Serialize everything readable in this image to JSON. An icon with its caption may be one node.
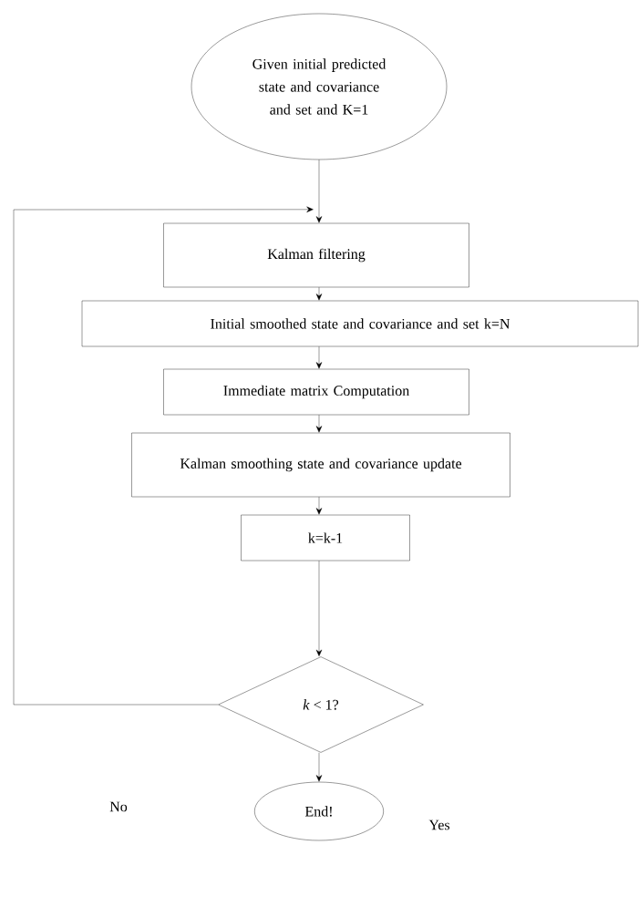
{
  "diagram": {
    "nodes": [
      {
        "text": [
          "Given initial predicted state and covariance and set and K=1"
        ]
      },
      {
        "text": [
          "Kalman filtering"
        ]
      },
      {
        "text": [
          "Initial smoothed state and covariance and set k=N"
        ]
      },
      {
        "text": [
          "Immediate matrix Computation"
        ]
      },
      {
        "text": [
          "Kalman smoothing state and covariance update"
        ]
      },
      {
        "text": [
          "k=k-1"
        ]
      },
      {
        "text": [
          "*k* < 1?"
        ]
      },
      {
        "text": [
          "End!"
        ]
      }
    ],
    "edges": [
      {
        "from": 0,
        "to": 1,
        "arrow": "to"
      },
      {
        "from": 1,
        "to": 2,
        "arrow": "to"
      },
      {
        "from": 2,
        "to": 3,
        "arrow": "to"
      },
      {
        "from": 3,
        "to": 4,
        "arrow": "to"
      },
      {
        "from": 4,
        "to": 5,
        "arrow": "to"
      },
      {
        "from": 5,
        "to": 6,
        "arrow": "to"
      },
      {
        "from": 6,
        "to": 1,
        "arrow": "to"
      },
      {
        "from": 6,
        "to": 7,
        "arrow": "to"
      }
    ],
    "labels": [
      "No",
      "Yes"
    ]
  }
}
